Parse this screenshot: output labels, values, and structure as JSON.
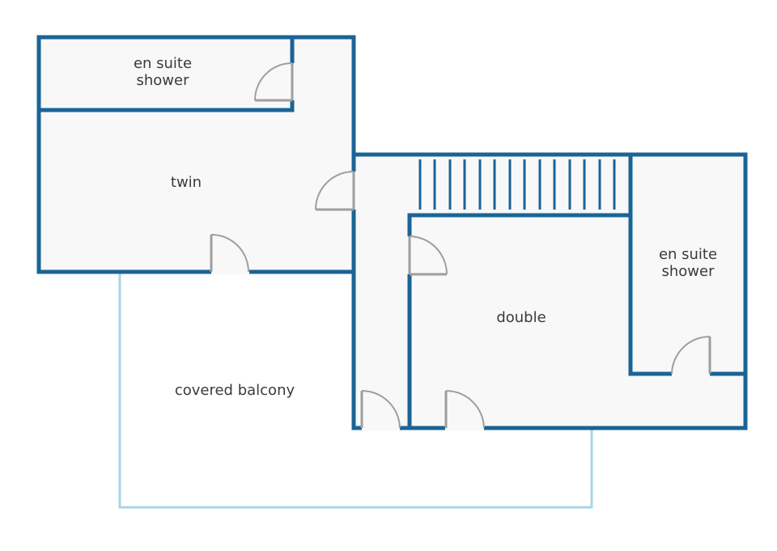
{
  "rooms": {
    "twin_shower": {
      "line1": "en suite",
      "line2": "shower"
    },
    "twin": {
      "label": "twin"
    },
    "double": {
      "label": "double"
    },
    "double_shower": {
      "line1": "en suite",
      "line2": "shower"
    },
    "balcony": {
      "label": "covered balcony"
    }
  },
  "colors": {
    "wall": "#1a6496",
    "balcony_outline": "#a9d5e6",
    "door": "#9e9e9e",
    "floor": "#f8f8f8",
    "label": "#3a3a3a"
  }
}
